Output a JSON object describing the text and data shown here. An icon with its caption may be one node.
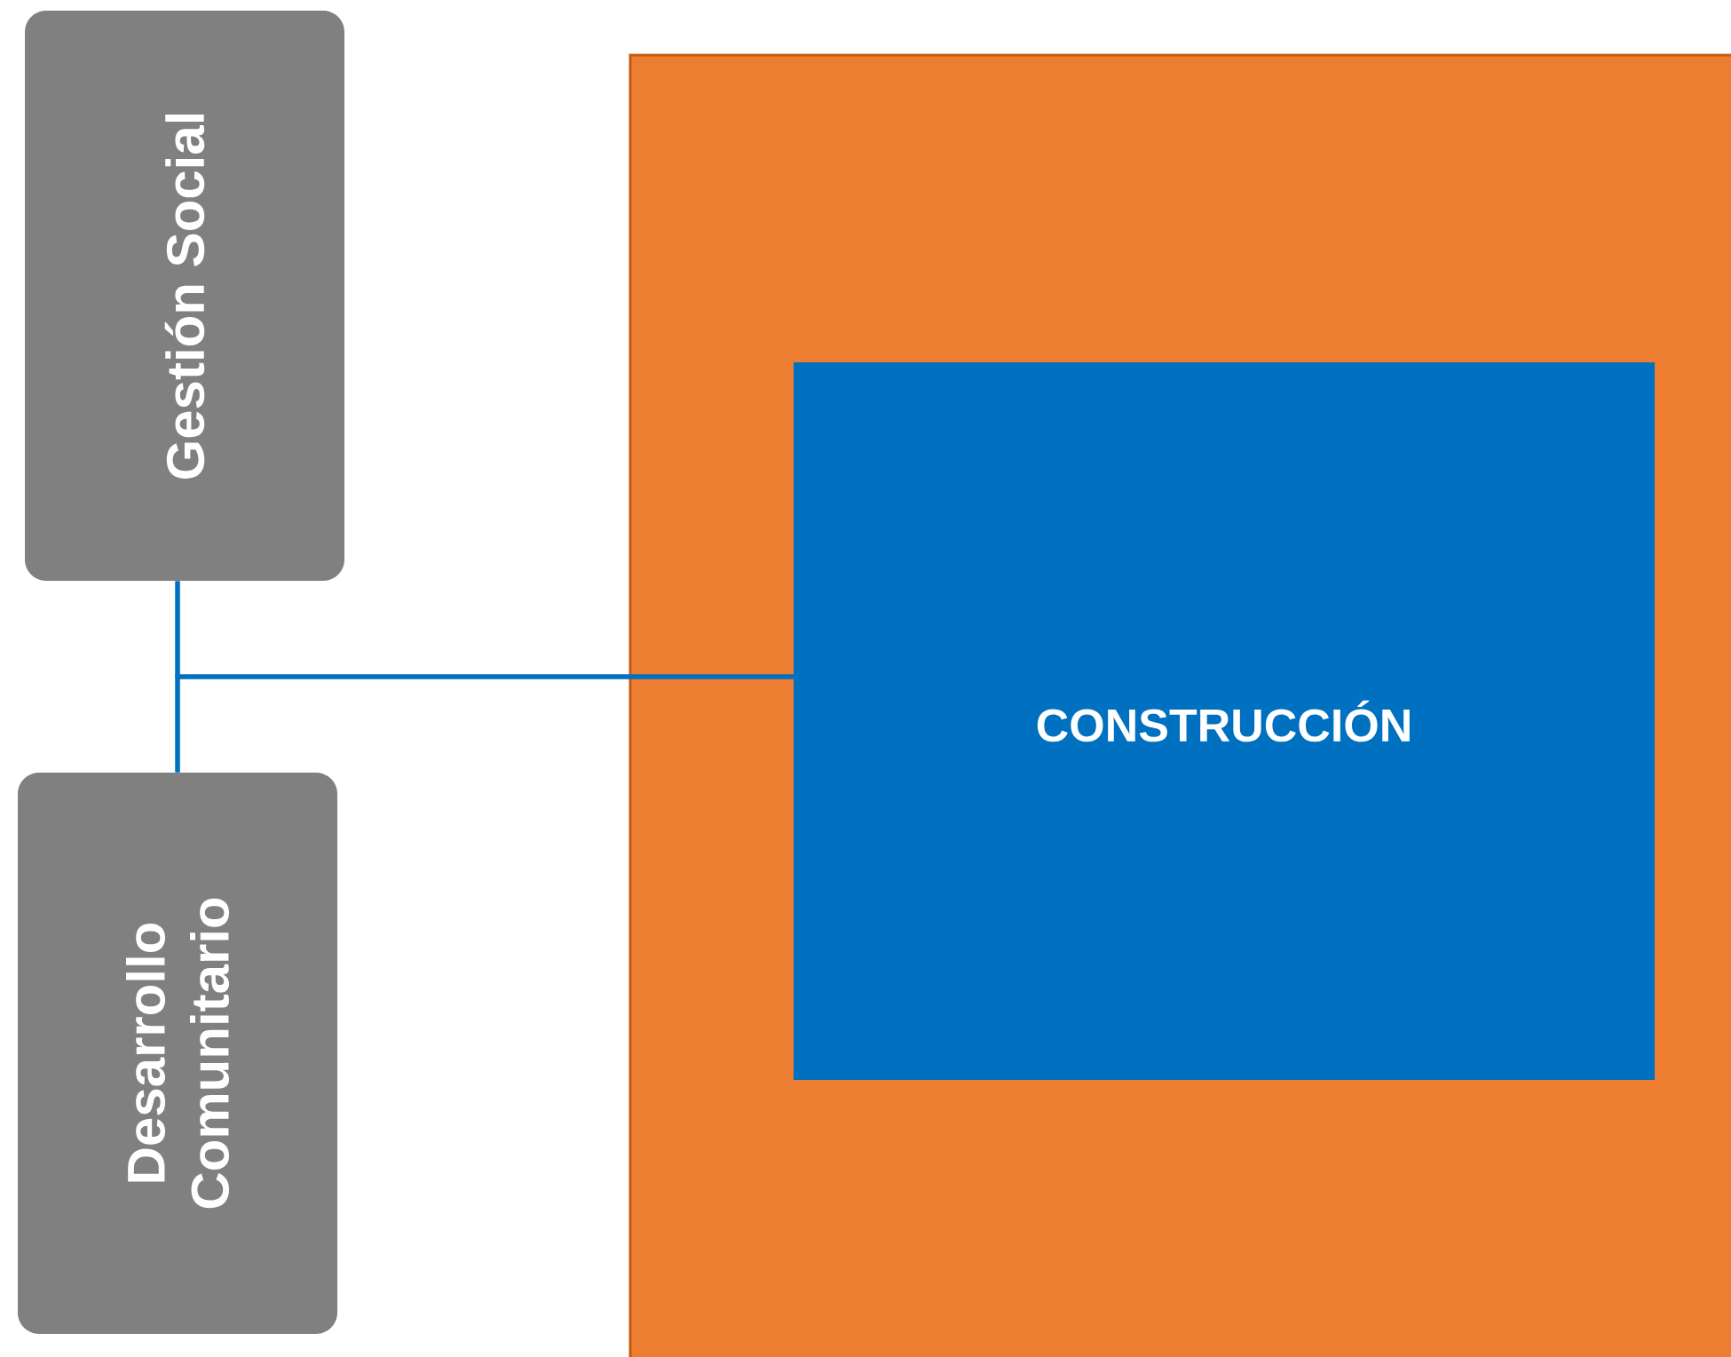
{
  "diagram": {
    "nodes": [
      {
        "text": [
          "Gestión Social"
        ]
      },
      {
        "text": [
          "Desarrollo Comunitario"
        ]
      },
      {
        "text": [],
        "shape": "box"
      },
      {
        "text": [
          "CONSTRUCCIÓN"
        ],
        "in": 2
      }
    ],
    "edges": [
      {
        "from": 0,
        "to": 1,
        "arrow": "none"
      },
      {
        "from": 0,
        "to": 3,
        "arrow": "none"
      },
      {
        "from": 1,
        "to": 3,
        "arrow": "none"
      }
    ]
  }
}
